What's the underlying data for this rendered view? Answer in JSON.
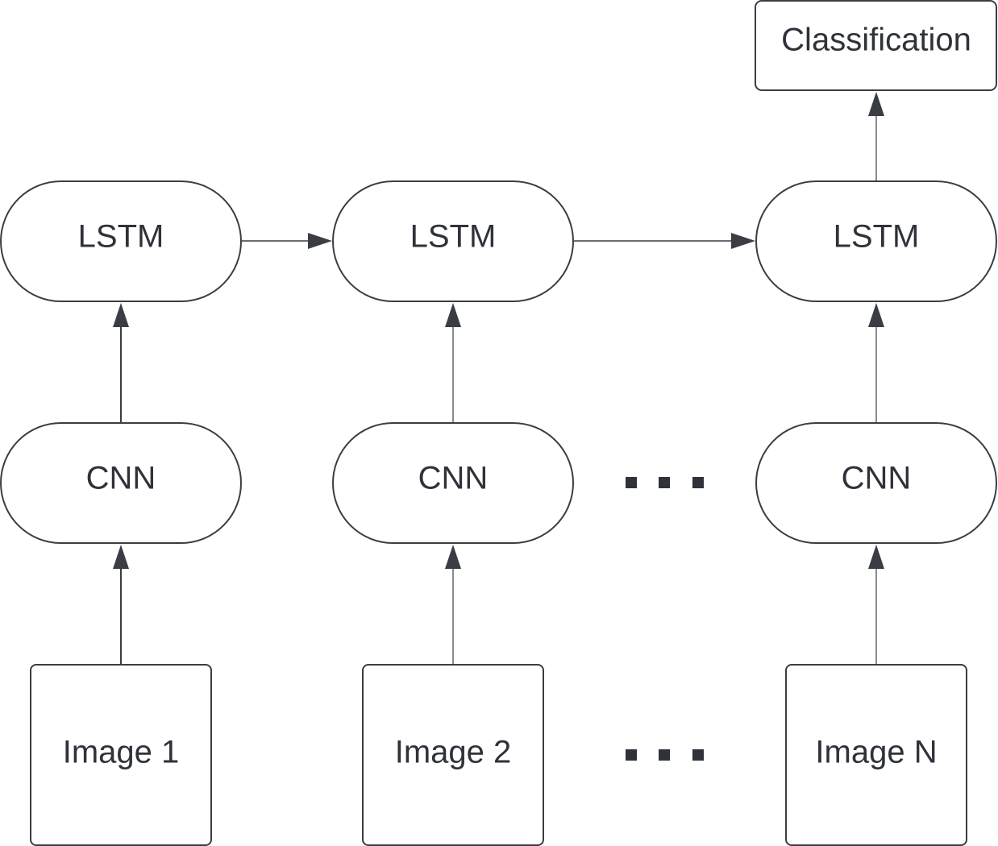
{
  "diagram": {
    "nodes": {
      "classification": {
        "label": "Classification",
        "shape": "rounded-rect"
      },
      "lstm_1": {
        "label": "LSTM",
        "shape": "pill"
      },
      "lstm_2": {
        "label": "LSTM",
        "shape": "pill"
      },
      "lstm_n": {
        "label": "LSTM",
        "shape": "pill"
      },
      "cnn_1": {
        "label": "CNN",
        "shape": "pill"
      },
      "cnn_2": {
        "label": "CNN",
        "shape": "pill"
      },
      "cnn_n": {
        "label": "CNN",
        "shape": "pill"
      },
      "image_1": {
        "label": "Image 1",
        "shape": "rounded-rect"
      },
      "image_2": {
        "label": "Image 2",
        "shape": "rounded-rect"
      },
      "image_n": {
        "label": "Image N",
        "shape": "rounded-rect"
      }
    },
    "edges": [
      {
        "from": "image_1",
        "to": "cnn_1"
      },
      {
        "from": "image_2",
        "to": "cnn_2"
      },
      {
        "from": "image_n",
        "to": "cnn_n"
      },
      {
        "from": "cnn_1",
        "to": "lstm_1"
      },
      {
        "from": "cnn_2",
        "to": "lstm_2"
      },
      {
        "from": "cnn_n",
        "to": "lstm_n"
      },
      {
        "from": "lstm_1",
        "to": "lstm_2"
      },
      {
        "from": "lstm_2",
        "to": "lstm_n"
      },
      {
        "from": "lstm_n",
        "to": "classification"
      }
    ],
    "ellipses": [
      "cnn-row",
      "image-row"
    ],
    "colors": {
      "stroke": "#3a3d44",
      "text": "#2f323a",
      "background": "#ffffff"
    }
  }
}
